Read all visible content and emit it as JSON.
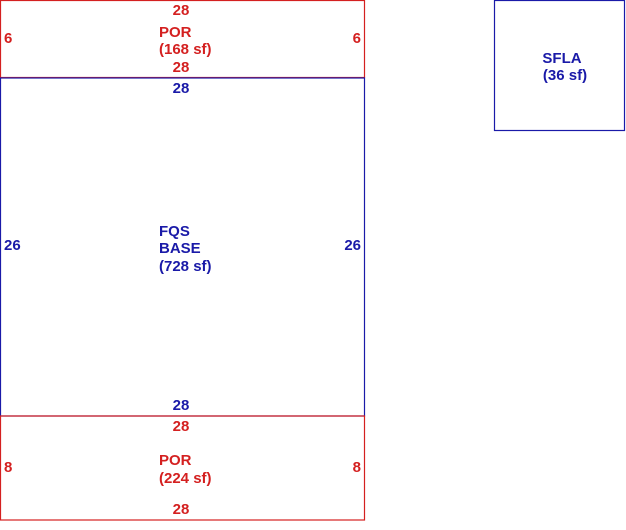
{
  "colors": {
    "porch": "#d42020",
    "base": "#1a1aa8",
    "sfla": "#1a1aa8",
    "background": "#ffffff"
  },
  "areas": {
    "top_porch": {
      "code": "POR",
      "area": "(168 sf)",
      "dim_top": "28",
      "dim_bottom": "28",
      "dim_left": "6",
      "dim_right": "6"
    },
    "base": {
      "code": "FQS",
      "name": "BASE",
      "area": "(728 sf)",
      "dim_top": "28",
      "dim_bottom": "28",
      "dim_left": "26",
      "dim_right": "26"
    },
    "bottom_porch": {
      "code": "POR",
      "area": "(224 sf)",
      "dim_top": "28",
      "dim_bottom": "28",
      "dim_left": "8",
      "dim_right": "8"
    },
    "sfla_box": {
      "code": "SFLA",
      "area": "(36 sf)"
    }
  }
}
